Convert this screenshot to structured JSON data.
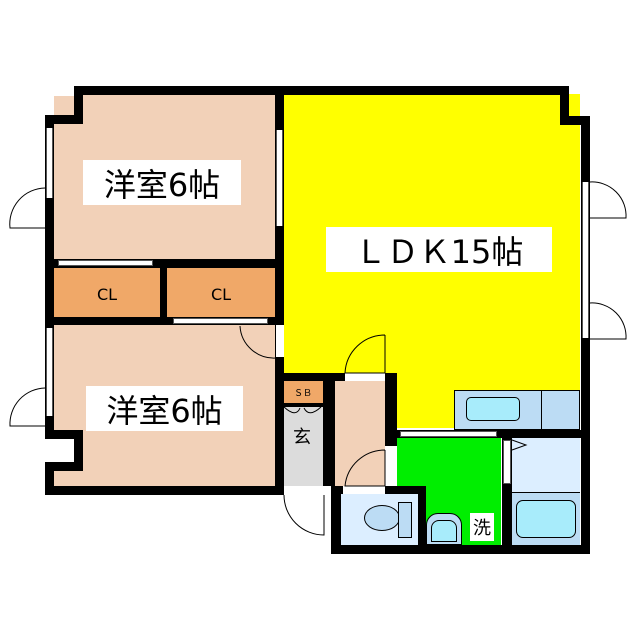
{
  "floorplan": {
    "rooms": [
      {
        "id": "western-room-1",
        "label": "洋室6帖",
        "color": "#f2d1b8"
      },
      {
        "id": "western-room-2",
        "label": "洋室6帖",
        "color": "#f2d1b8"
      },
      {
        "id": "ldk",
        "label": "ＬＤＫ15帖",
        "color": "#ffff00"
      },
      {
        "id": "closet-1",
        "label": "CL",
        "color": "#f0a868"
      },
      {
        "id": "closet-2",
        "label": "CL",
        "color": "#f0a868"
      },
      {
        "id": "shoe-box",
        "label": "ＳＢ",
        "color": "#f0a868"
      },
      {
        "id": "entrance",
        "label": "玄",
        "color": "#dcdcdc"
      },
      {
        "id": "hallway",
        "label": "",
        "color": "#f2d1b8"
      },
      {
        "id": "washroom",
        "label": "洗",
        "color": "#00ee00"
      },
      {
        "id": "toilet",
        "label": "",
        "color": "#dceeff"
      },
      {
        "id": "bathroom",
        "label": "",
        "color": "#dceeff"
      },
      {
        "id": "kitchen-counter",
        "label": "",
        "color": "#bcdcf4"
      }
    ]
  }
}
